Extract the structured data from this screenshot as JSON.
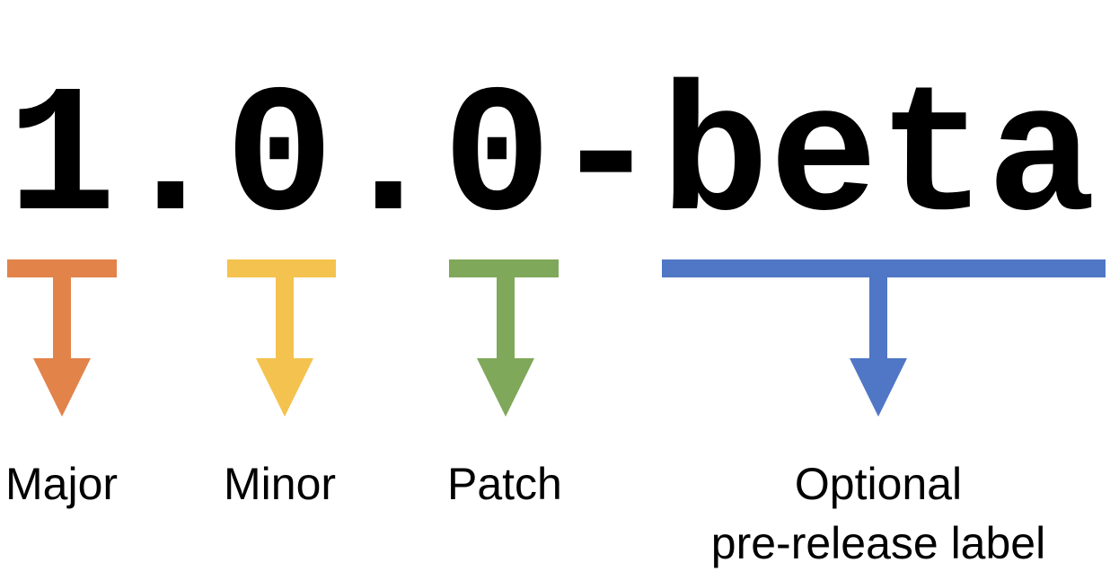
{
  "version_string": "1.0.0-beta",
  "segments": [
    {
      "id": "major",
      "label": "Major",
      "color": "#E2834A"
    },
    {
      "id": "minor",
      "label": "Minor",
      "color": "#F4C24E"
    },
    {
      "id": "patch",
      "label": "Patch",
      "color": "#7FA85A"
    },
    {
      "id": "prerelease",
      "label_line1": "Optional",
      "label_line2": "pre-release label",
      "color": "#5077C5"
    }
  ]
}
